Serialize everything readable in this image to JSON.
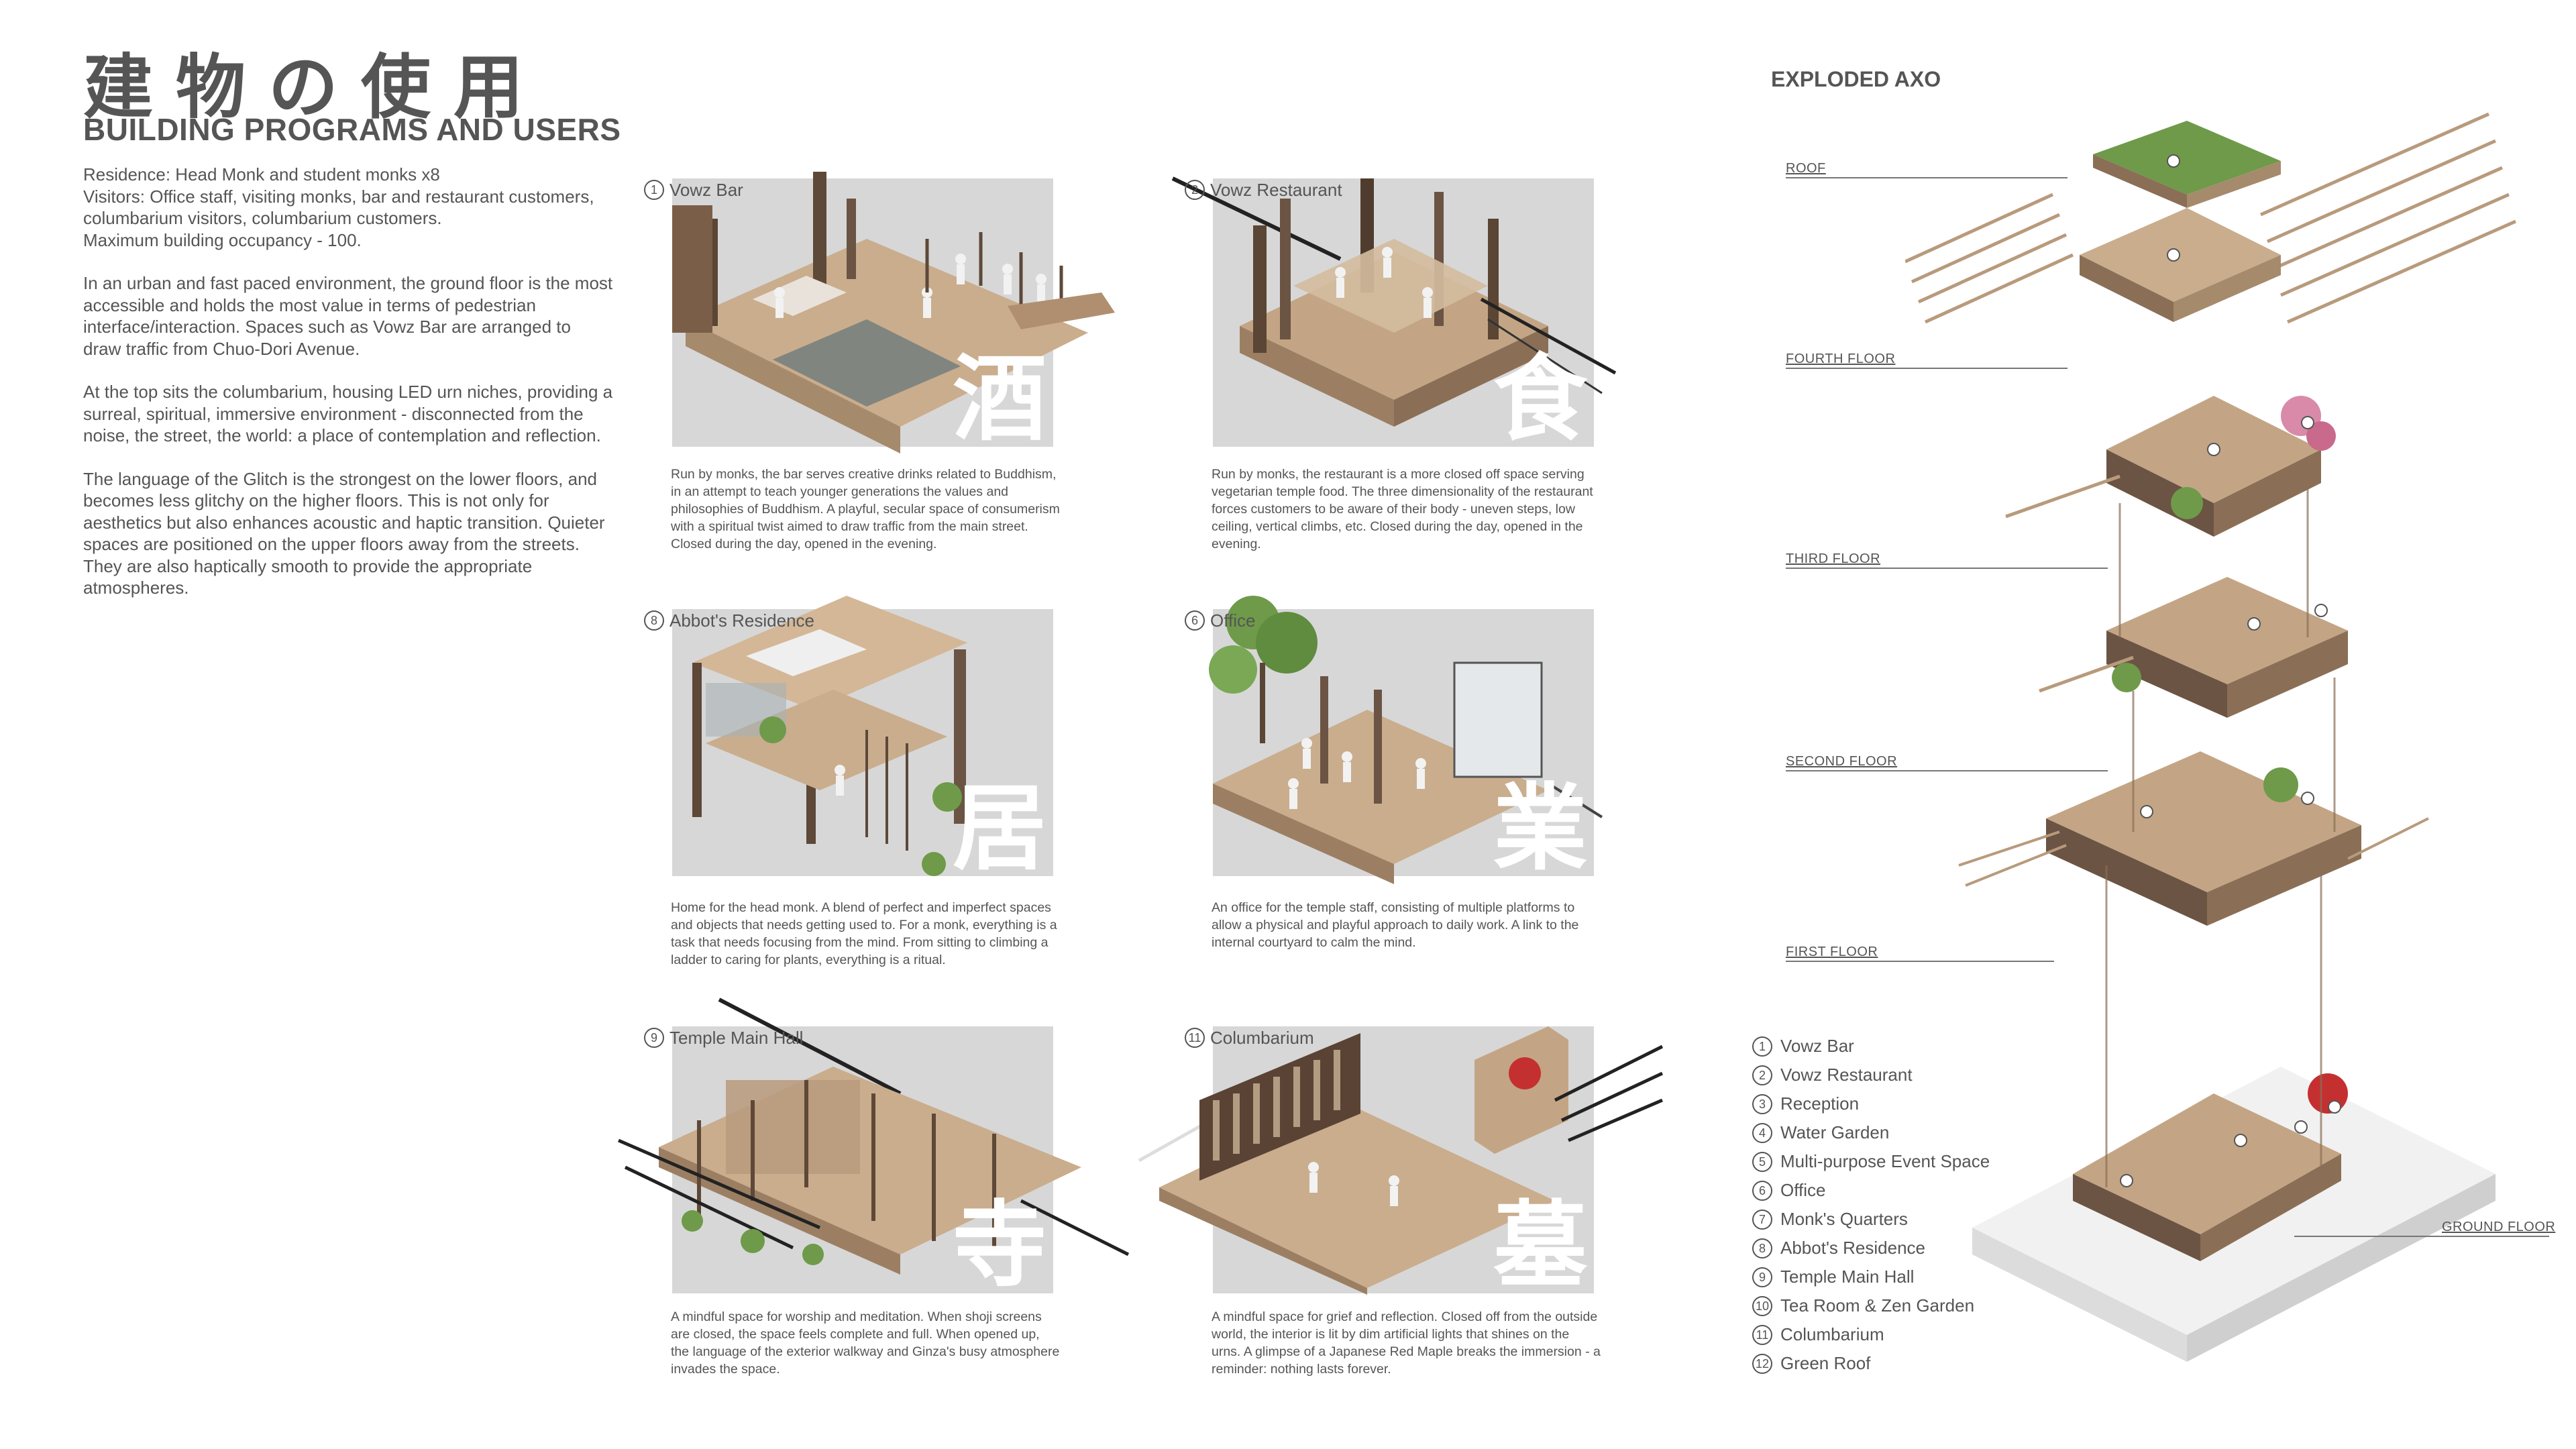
{
  "title_jp": "建物の使用",
  "title_en": "BUILDING PROGRAMS AND USERS",
  "intro": [
    "Residence: Head Monk and student monks x8\nVisitors: Office staff, visiting monks, bar and restaurant customers, columbarium visitors, columbarium customers.\nMaximum building occupancy - 100.",
    "In an urban and fast paced environment, the ground floor is the most accessible and holds the most value in terms of pedestrian interface/interaction. Spaces such as Vowz Bar are arranged to draw traffic from Chuo-Dori Avenue.",
    "At the top sits the columbarium, housing LED urn niches, providing a surreal, spiritual, immersive environment - disconnected from the noise, the street, the world: a place of contemplation and reflection.",
    "The language of the Glitch is the strongest on the lower floors, and becomes less glitchy on the higher floors. This is not only for aesthetics but also enhances acoustic and haptic transition. Quieter spaces are positioned on the upper floors away from the streets. They are also haptically smooth to provide the appropriate atmospheres."
  ],
  "programs": [
    {
      "num": "1",
      "name": "Vowz Bar",
      "kanji": "酒",
      "desc": "Run by monks, the bar serves creative drinks related to Buddhism, in an attempt to teach younger generations the values and philosophies of Buddhism. A playful, secular space of consumerism with a spiritual twist aimed to draw traffic from the main street. Closed during the day, opened in the evening."
    },
    {
      "num": "2",
      "name": "Vowz Restaurant",
      "kanji": "食",
      "desc": "Run by monks, the restaurant is a more closed off space serving vegetarian temple food. The three dimensionality of the restaurant forces customers to be aware of their body - uneven steps, low ceiling, vertical climbs, etc. Closed during the day, opened in the evening."
    },
    {
      "num": "8",
      "name": "Abbot's Residence",
      "kanji": "居",
      "desc": "Home for the head monk. A blend of perfect and imperfect spaces and objects that needs getting used to. For a monk, everything is a task that needs focusing from the mind. From sitting to climbing a ladder to caring for plants, everything is a ritual."
    },
    {
      "num": "6",
      "name": "Office",
      "kanji": "業",
      "desc": "An office for the temple staff, consisting of multiple platforms to allow a physical and playful approach to daily work. A link to the internal courtyard to calm the mind."
    },
    {
      "num": "9",
      "name": "Temple Main Hall",
      "kanji": "寺",
      "desc": "A mindful space for worship and meditation. When shoji screens are closed, the space feels complete and full. When opened up, the language of the exterior walkway and Ginza's busy atmosphere invades the space."
    },
    {
      "num": "11",
      "name": "Columbarium",
      "kanji": "墓",
      "desc": "A  mindful space for grief and reflection. Closed off from the outside world, the interior is lit by dim artificial lights that shines on the urns. A glimpse of a Japanese Red Maple breaks the immersion - a reminder: nothing lasts forever."
    }
  ],
  "axo": {
    "title": "EXPLODED AXO",
    "floors": [
      "ROOF",
      "FOURTH FLOOR",
      "THIRD FLOOR",
      "SECOND FLOOR",
      "FIRST FLOOR",
      "GROUND FLOOR"
    ]
  },
  "legend": [
    {
      "num": "1",
      "label": "Vowz Bar"
    },
    {
      "num": "2",
      "label": "Vowz Restaurant"
    },
    {
      "num": "3",
      "label": "Reception"
    },
    {
      "num": "4",
      "label": "Water Garden"
    },
    {
      "num": "5",
      "label": "Multi-purpose Event Space"
    },
    {
      "num": "6",
      "label": "Office"
    },
    {
      "num": "7",
      "label": "Monk's Quarters"
    },
    {
      "num": "8",
      "label": "Abbot's Residence"
    },
    {
      "num": "9",
      "label": "Temple Main Hall"
    },
    {
      "num": "10",
      "label": "Tea Room & Zen Garden"
    },
    {
      "num": "11",
      "label": "Columbarium"
    },
    {
      "num": "12",
      "label": "Green Roof"
    }
  ],
  "colors": {
    "panel_bg": "#d7d7d7",
    "wood": "#b89a7c",
    "wood_dark": "#6b5443",
    "glass": "#a8b4b8",
    "plant": "#6e9a4a",
    "maple": "#c43030",
    "base": "#ececec",
    "text": "#555555"
  }
}
